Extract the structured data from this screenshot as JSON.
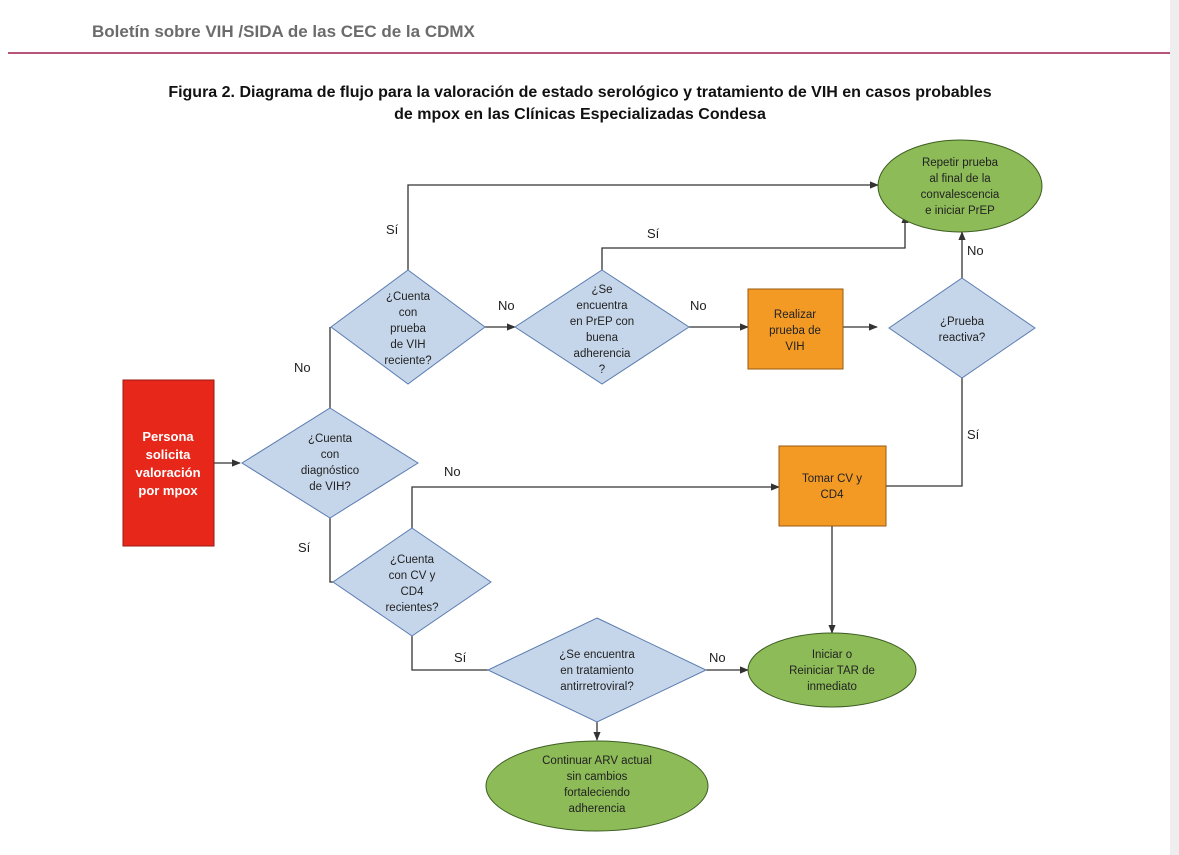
{
  "header": {
    "title": "Boletín sobre VIH /SIDA de las CEC de la CDMX"
  },
  "figure": {
    "title_line1": "Figura 2. Diagrama de flujo para la valoración de estado serológico y tratamiento de VIH en casos probables",
    "title_line2": "de mpox en las Clínicas Especializadas Condesa"
  },
  "nodes": {
    "start": [
      "Persona",
      "solicita",
      "valoración",
      "por mpox"
    ],
    "q_diag": [
      "¿Cuenta",
      "con",
      "diagnóstico",
      "de VIH?"
    ],
    "q_prueba": [
      "¿Cuenta",
      "con",
      "prueba",
      "de VIH",
      "reciente?"
    ],
    "q_prep": [
      "¿Se",
      "encuentra",
      "en PrEP con",
      "buena",
      "adherencia",
      "?"
    ],
    "realizar": [
      "Realizar",
      "prueba de",
      "VIH"
    ],
    "q_reactiva": [
      "¿Prueba",
      "reactiva?"
    ],
    "repetir": [
      "Repetir prueba",
      "al final de la",
      "convalescencia",
      "e iniciar PrEP"
    ],
    "tomar": [
      "Tomar CV y",
      "CD4"
    ],
    "q_cvcd4": [
      "¿Cuenta",
      "con CV y",
      "CD4",
      "recientes?"
    ],
    "q_trat": [
      "¿Se encuentra",
      "en tratamiento",
      "antirretroviral?"
    ],
    "iniciar": [
      "Iniciar o",
      "Reiniciar TAR de",
      "inmediato"
    ],
    "continuar": [
      "Continuar ARV actual",
      "sin cambios",
      "fortaleciendo",
      "adherencia"
    ]
  },
  "labels": {
    "si_top": "Sí",
    "si_prep": "Sí",
    "no_diag": "No",
    "no_prueba": "No",
    "no_prep": "No",
    "no_reactiva": "No",
    "si_reactiva": "Sí",
    "si_diag": "Sí",
    "no_cvcd4": "No",
    "si_cvcd4": "Sí",
    "no_trat": "No"
  },
  "colors": {
    "start_fill": "#e8271b",
    "diamond_fill": "#c6d6ea",
    "diamond_stroke": "#5a7cb0",
    "orange_fill": "#f39a25",
    "orange_stroke": "#9a5a0f",
    "green_fill": "#8dbb58",
    "green_stroke": "#3d5e22",
    "header_rule": "#b8547a"
  }
}
